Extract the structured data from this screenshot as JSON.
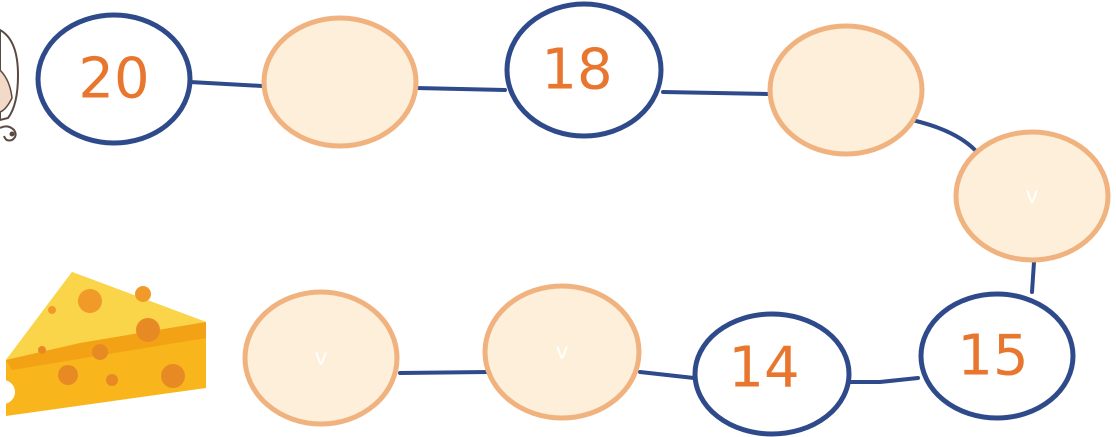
{
  "sequence": {
    "start_value": "20",
    "circles": [
      {
        "kind": "given",
        "label": "20"
      },
      {
        "kind": "blank",
        "label": ""
      },
      {
        "kind": "given",
        "label": "18"
      },
      {
        "kind": "blank",
        "label": ""
      },
      {
        "kind": "blank",
        "label": "v"
      },
      {
        "kind": "given",
        "label": "15"
      },
      {
        "kind": "given",
        "label": "14"
      },
      {
        "kind": "blank",
        "label": "v"
      },
      {
        "kind": "blank",
        "label": "v"
      }
    ]
  },
  "colors": {
    "given_ring": "#2e4a8a",
    "blank_ring": "#f0b27e",
    "blank_fill": "#fdefd9",
    "number_text": "#e8762e",
    "path_line": "#2e4a8a"
  },
  "icons": {
    "start": "mouse-icon",
    "goal": "cheese-icon"
  }
}
